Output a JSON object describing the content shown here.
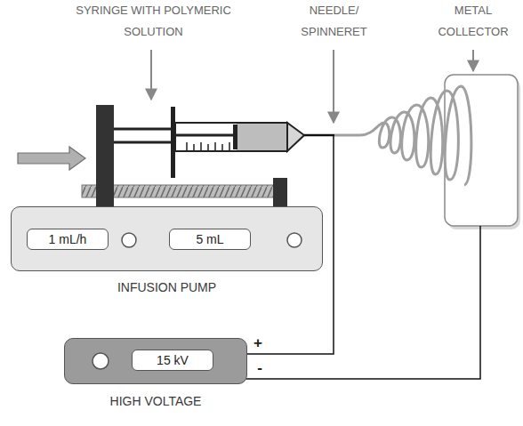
{
  "diagram": {
    "nodes": [
      {
        "text": [
          "INFUSION PUMP"
        ]
      },
      {
        "text": [
          "1 mL/h"
        ],
        "in": 0
      },
      {
        "text": [
          "5 mL"
        ],
        "in": 0
      },
      {
        "text": [
          "HIGH VOLTAGE"
        ]
      },
      {
        "text": [
          "15 kV"
        ],
        "in": 3
      }
    ],
    "labels": [
      "SYRINGE WITH POLYMERIC SOLUTION",
      "NEEDLE/ SPINNERET",
      "METAL COLLECTOR",
      "+",
      "-"
    ]
  }
}
